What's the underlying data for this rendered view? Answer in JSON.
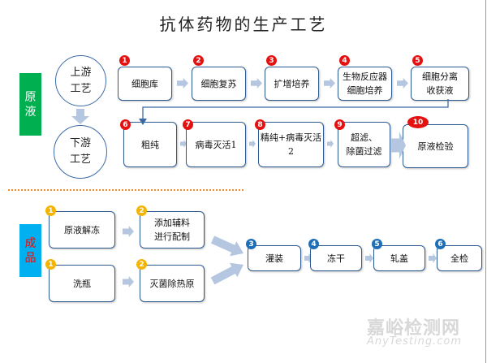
{
  "title": "抗体药物的生产工艺",
  "colors": {
    "bulk_label_bg": "#00b050",
    "product_label_bg": "#00b0f0",
    "product_label_text": "#e01010",
    "box_border": "#2f5b94",
    "arrow": "#b4c6e0",
    "badge_red": "#e51010",
    "badge_yellow": "#f4b400",
    "badge_blue": "#1d6fb8",
    "separator": "#f08a2c"
  },
  "bulk": {
    "label": [
      "原",
      "液"
    ],
    "upstream": {
      "line1": "上游",
      "line2": "工艺"
    },
    "downstream": {
      "line1": "下游",
      "line2": "工艺"
    },
    "upstream_steps": [
      {
        "num": "1",
        "lines": [
          "细胞库"
        ]
      },
      {
        "num": "2",
        "lines": [
          "细胞复苏"
        ]
      },
      {
        "num": "3",
        "lines": [
          "扩增培养"
        ]
      },
      {
        "num": "4",
        "lines": [
          "生物反应器",
          "细胞培养"
        ]
      },
      {
        "num": "5",
        "lines": [
          "细胞分离",
          "收获液"
        ]
      }
    ],
    "downstream_steps": [
      {
        "num": "6",
        "lines": [
          "粗纯"
        ]
      },
      {
        "num": "7",
        "lines": [
          "病毒灭活1"
        ]
      },
      {
        "num": "8",
        "lines": [
          "精纯+病毒灭活2"
        ]
      },
      {
        "num": "9",
        "lines": [
          "超滤、",
          "除菌过滤"
        ]
      },
      {
        "num": "10",
        "lines": [
          "原液检验"
        ]
      }
    ]
  },
  "product": {
    "label": [
      "成",
      "品"
    ],
    "row_a": [
      {
        "num": "1",
        "lines": [
          "原液解冻"
        ]
      },
      {
        "num": "2",
        "lines": [
          "添加辅料",
          "进行配制"
        ]
      }
    ],
    "row_b": [
      {
        "num": "1",
        "lines": [
          "洗瓶"
        ]
      },
      {
        "num": "2",
        "lines": [
          "灭菌除热原"
        ]
      }
    ],
    "main_steps": [
      {
        "num": "3",
        "lines": [
          "灌装"
        ]
      },
      {
        "num": "4",
        "lines": [
          "冻干"
        ]
      },
      {
        "num": "5",
        "lines": [
          "轧盖"
        ]
      },
      {
        "num": "6",
        "lines": [
          "全检"
        ]
      }
    ]
  },
  "watermark": {
    "cn": "嘉峪检测网",
    "en": "AnyTesting.com"
  }
}
